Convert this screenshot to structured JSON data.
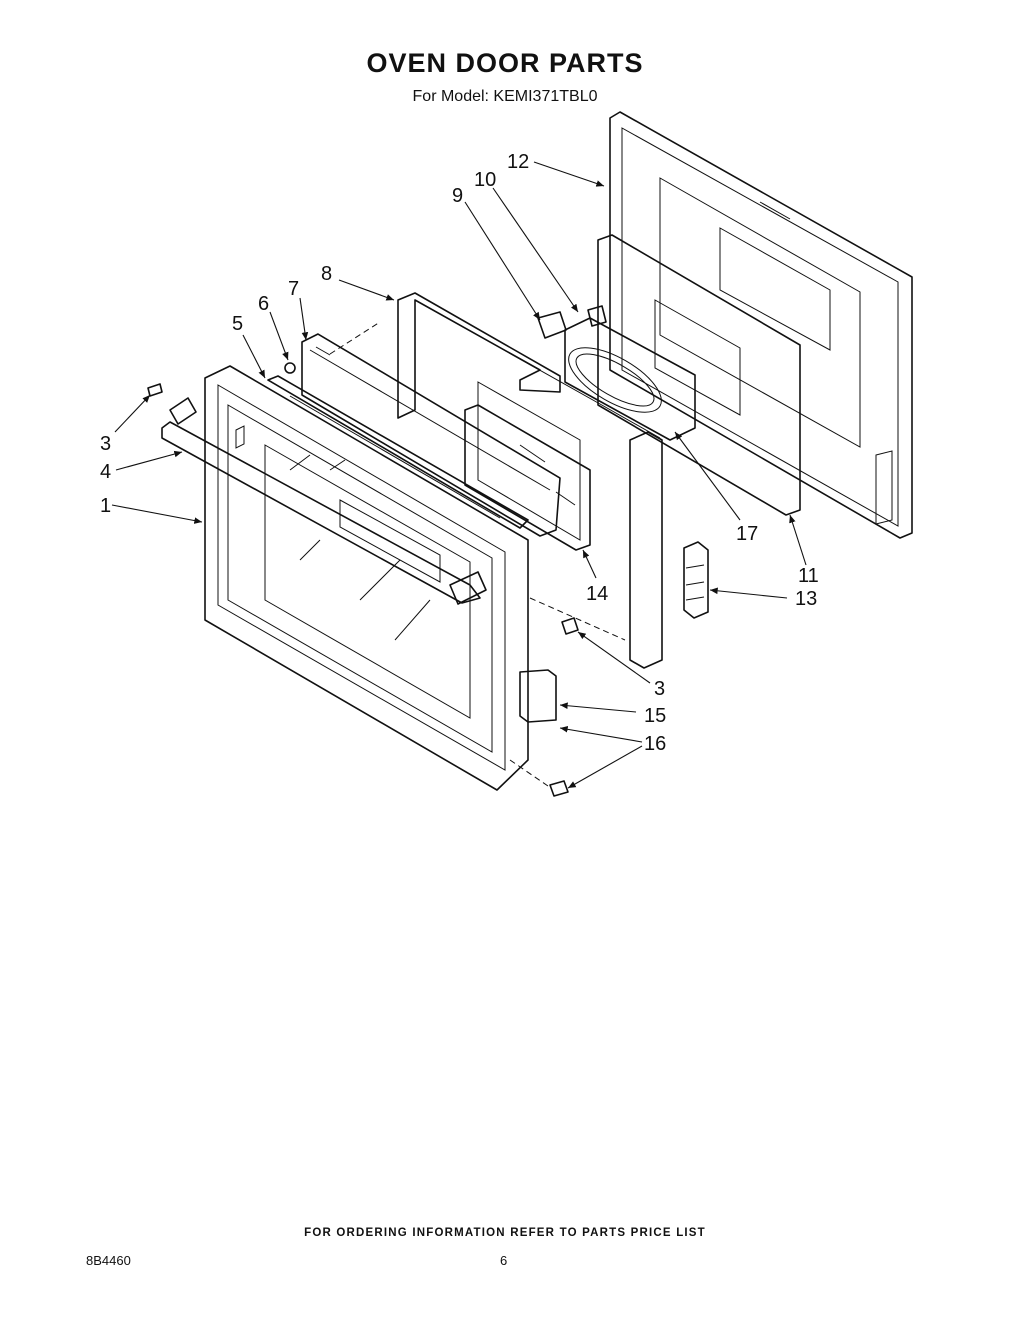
{
  "title": "OVEN DOOR PARTS",
  "subtitle": "For Model: KEMI371TBL0",
  "footer_note": "FOR ORDERING INFORMATION REFER TO PARTS PRICE LIST",
  "document_number": "8B4460",
  "page_number": "6",
  "callouts": [
    "12",
    "10",
    "9",
    "8",
    "7",
    "6",
    "5",
    "3",
    "4",
    "1",
    "17",
    "11",
    "13",
    "14",
    "3",
    "15",
    "16"
  ]
}
